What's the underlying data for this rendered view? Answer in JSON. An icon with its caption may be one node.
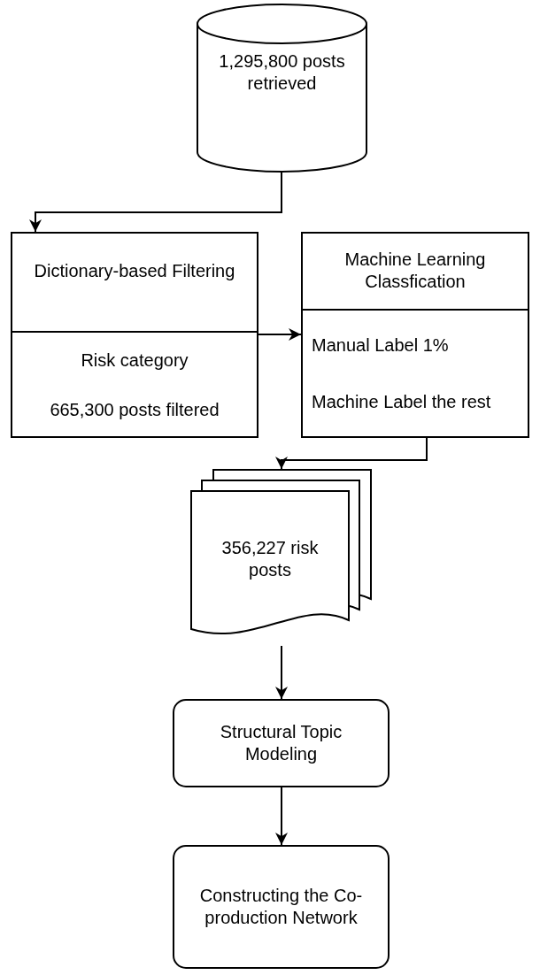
{
  "diagram": {
    "nodes": [
      {
        "text": [
          "1,295,800 posts retrieved"
        ]
      },
      {
        "text": [
          "Dictionary-based Filtering",
          "Risk category",
          "665,300 posts filtered"
        ]
      },
      {
        "text": [
          "Machine Learning Classfication",
          "Manual Label 1%",
          "Machine Label the rest"
        ]
      },
      {
        "text": [
          "356,227 risk posts"
        ]
      },
      {
        "text": [
          "Structural Topic Modeling"
        ]
      },
      {
        "text": [
          "Constructing the Co-production Network"
        ]
      }
    ],
    "edges": [
      {
        "from": 0,
        "to": 1,
        "arrow": "to"
      },
      {
        "from": 1,
        "to": 2,
        "arrow": "to"
      },
      {
        "from": 2,
        "to": 3,
        "arrow": "to"
      },
      {
        "from": 3,
        "to": 4,
        "arrow": "to"
      },
      {
        "from": 4,
        "to": 5,
        "arrow": "to"
      }
    ]
  }
}
